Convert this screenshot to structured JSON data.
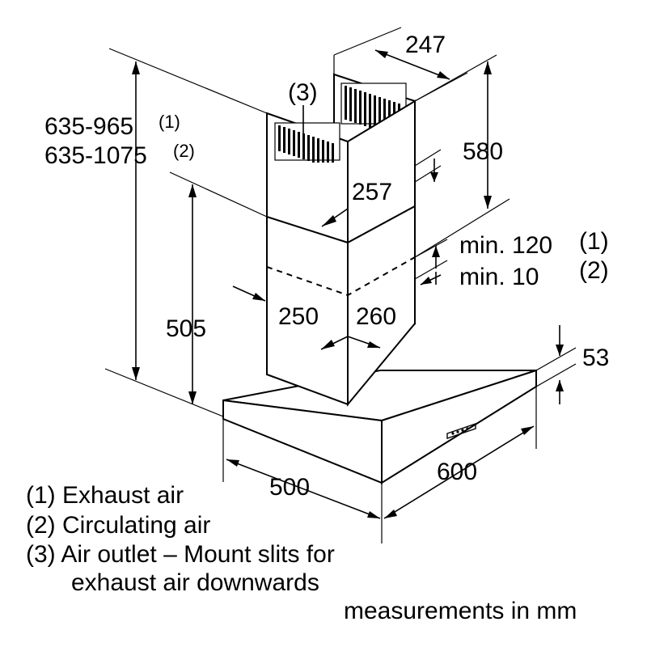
{
  "dimensions": {
    "total_height_exhaust": "635-965",
    "total_height_exhaust_ref": "(1)",
    "total_height_circulating": "635-1075",
    "total_height_circulating_ref": "(2)",
    "chimney_depth_top": "247",
    "upper_chimney_height": "580",
    "upper_chimney_width": "257",
    "lower_section_height": "505",
    "chimney_depth_lower": "250",
    "chimney_width_lower": "260",
    "overlap_exhaust": "min. 120",
    "overlap_exhaust_ref": "(1)",
    "overlap_circulating": "min. 10",
    "overlap_circulating_ref": "(2)",
    "canopy_thickness": "53",
    "canopy_depth": "500",
    "canopy_width": "600",
    "outlet_ref": "(3)"
  },
  "legend": {
    "item1": "(1) Exhaust air",
    "item2": "(2) Circulating air",
    "item3_line1": "(3) Air outlet – Mount slits for",
    "item3_line2": "exhaust air downwards"
  },
  "units_note": "measurements in mm"
}
